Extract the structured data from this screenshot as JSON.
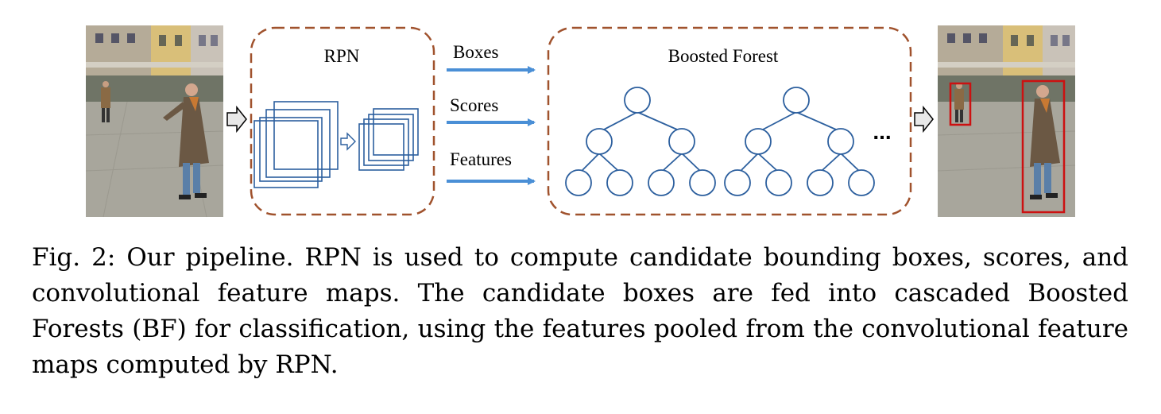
{
  "figure": {
    "rpn_label": "RPN",
    "arrow_labels": [
      "Boxes",
      "Scores",
      "Features"
    ],
    "forest_label": "Boosted Forest",
    "ellipsis": "...",
    "box_color": "#a0522d",
    "layer_color": "#2c5f9e",
    "arrow_color": "#4a8fd6",
    "detection_color": "#cc1111"
  },
  "caption": {
    "label": "Fig. 2:",
    "text": "Our pipeline. RPN is used to compute candidate bounding boxes, scores, and convolutional feature maps. The candidate boxes are fed into cascaded Boosted Forests (BF) for classification, using the features pooled from the convolutional feature maps computed by RPN."
  }
}
